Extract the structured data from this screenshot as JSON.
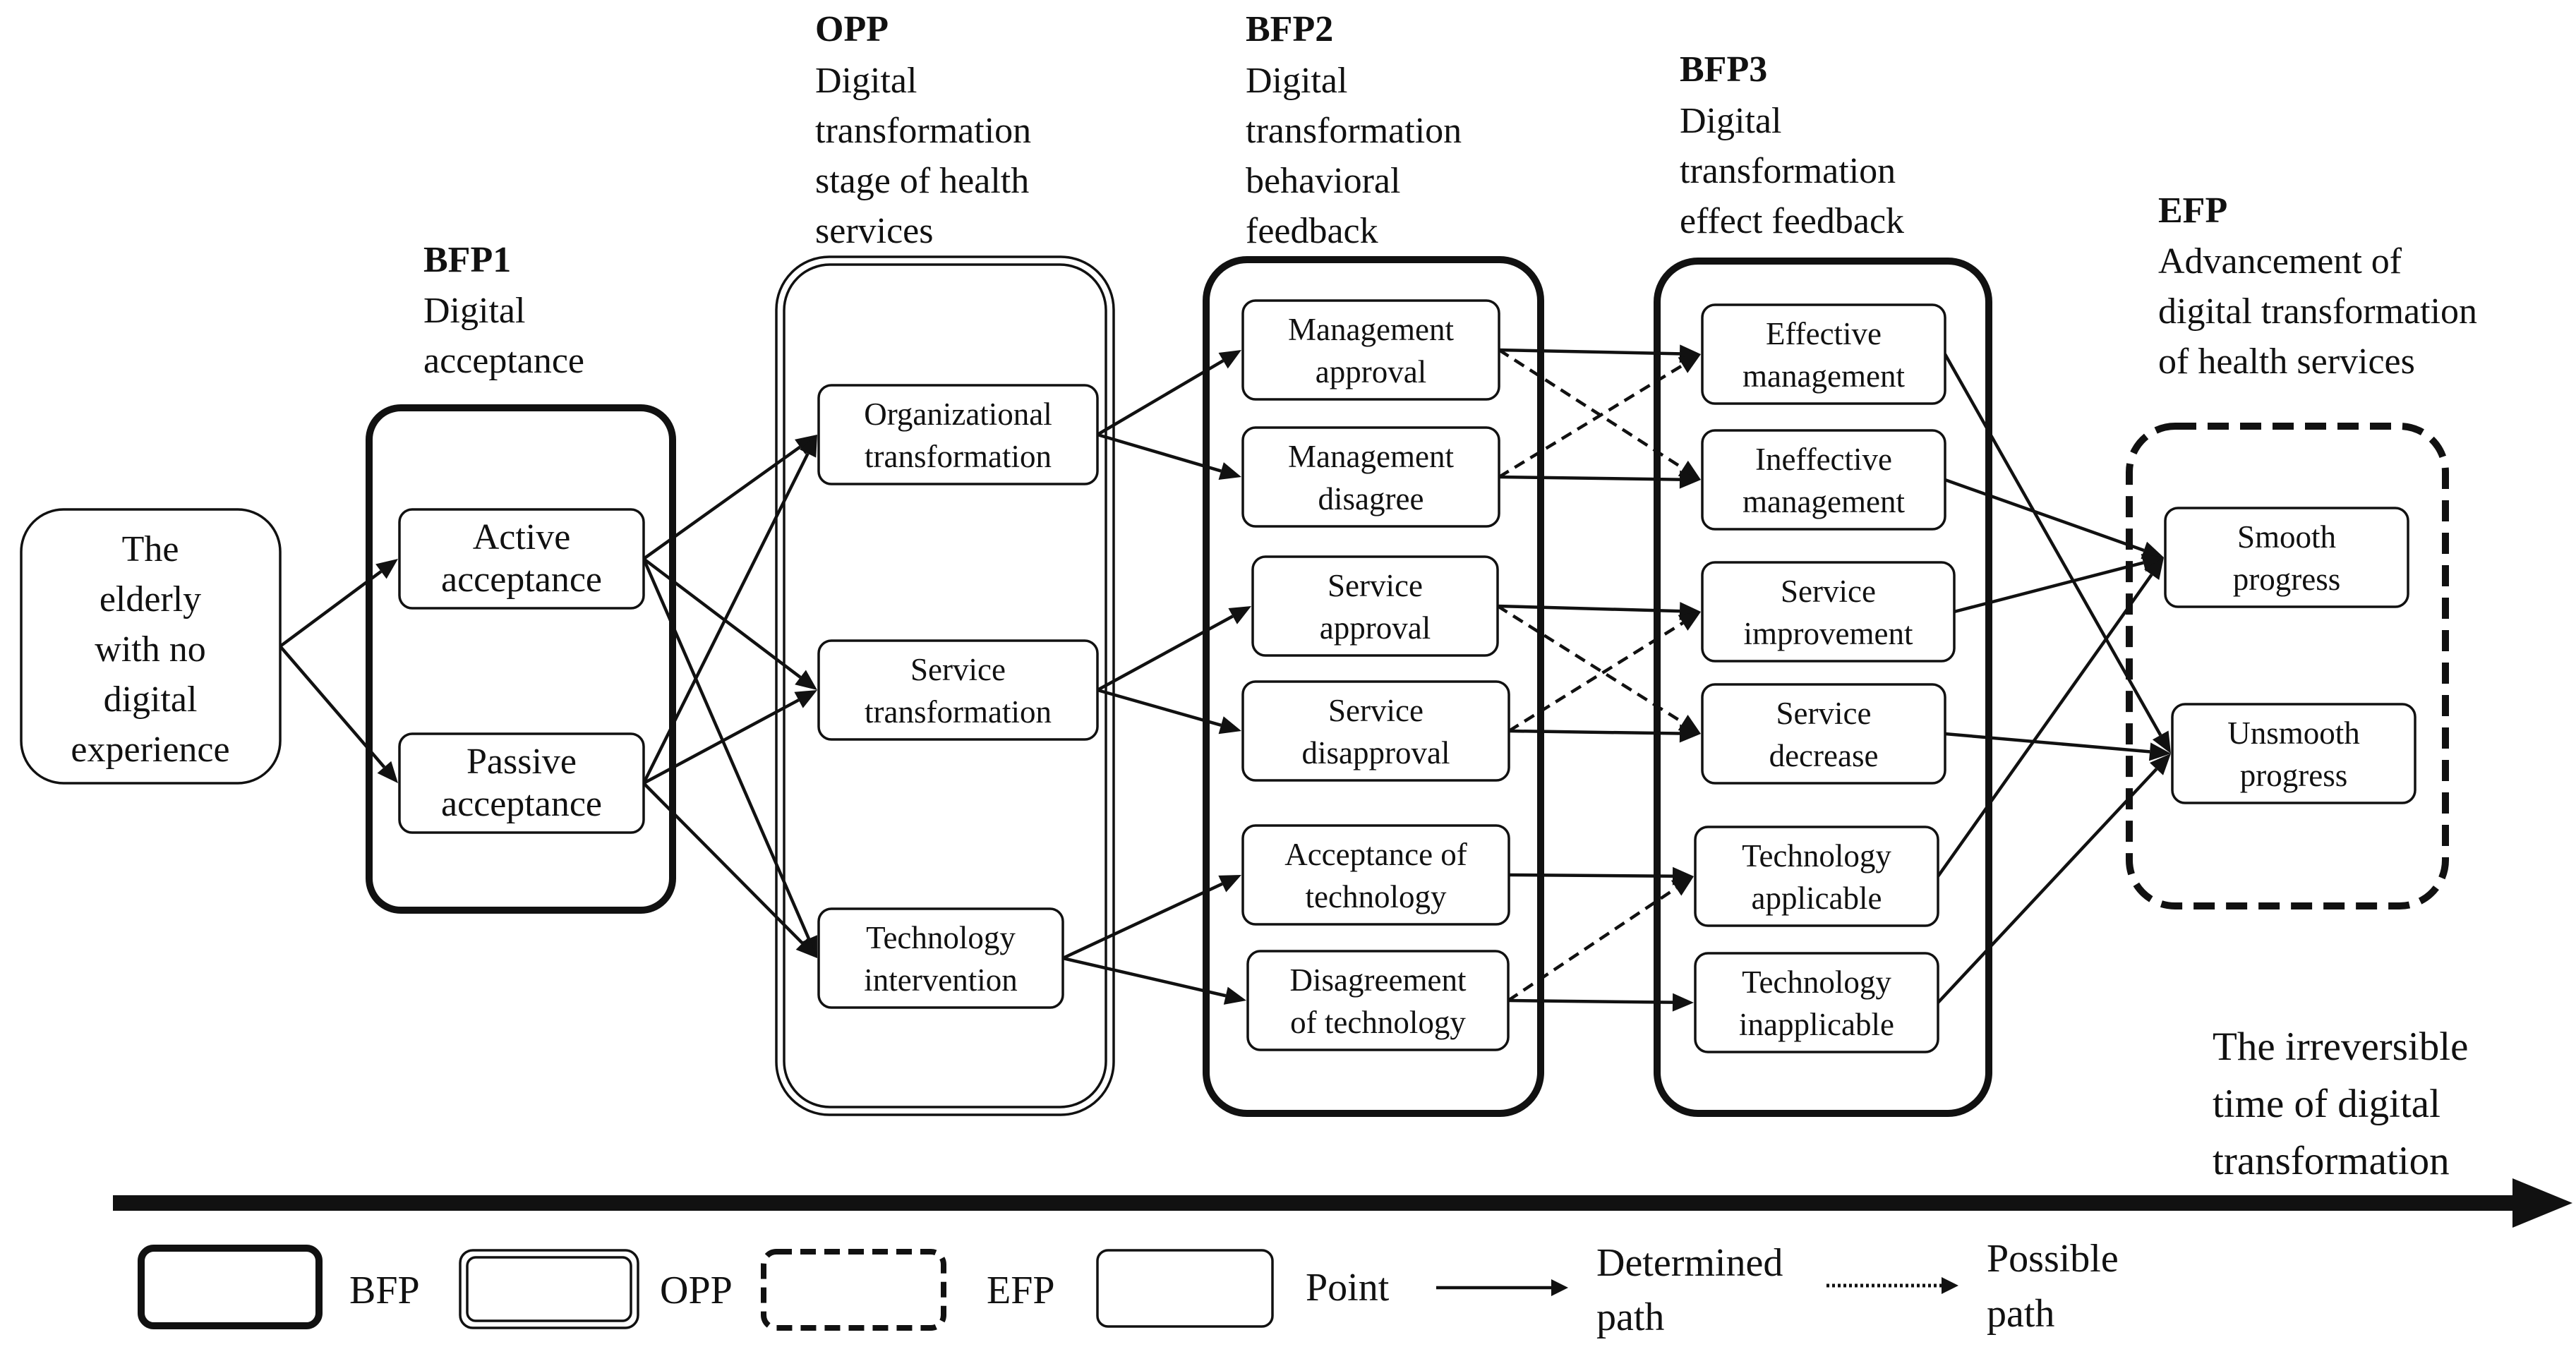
{
  "stages": {
    "bfp1": {
      "code": "BFP1",
      "lines": [
        "Digital",
        "acceptance"
      ]
    },
    "opp": {
      "code": "OPP",
      "lines": [
        "Digital",
        "transformation",
        "stage of health",
        "services"
      ]
    },
    "bfp2": {
      "code": "BFP2",
      "lines": [
        "Digital",
        "transformation",
        "behavioral",
        "feedback"
      ]
    },
    "bfp3": {
      "code": "BFP3",
      "lines": [
        "Digital",
        "transformation",
        "effect feedback"
      ]
    },
    "efp": {
      "code": "EFP",
      "lines": [
        "Advancement of",
        "digital transformation",
        "of health services"
      ]
    }
  },
  "start_node": {
    "lines": [
      "The",
      "elderly",
      "with no",
      "digital",
      "experience"
    ]
  },
  "nodes": {
    "active": {
      "lines": [
        "Active",
        "acceptance"
      ]
    },
    "passive": {
      "lines": [
        "Passive",
        "acceptance"
      ]
    },
    "org_trans": {
      "lines": [
        "Organizational",
        "transformation"
      ]
    },
    "serv_trans": {
      "lines": [
        "Service",
        "transformation"
      ]
    },
    "tech_int": {
      "lines": [
        "Technology",
        "intervention"
      ]
    },
    "mgmt_appr": {
      "lines": [
        "Management",
        "approval"
      ]
    },
    "mgmt_dis": {
      "lines": [
        "Management",
        "disagree"
      ]
    },
    "serv_appr": {
      "lines": [
        "Service",
        "approval"
      ]
    },
    "serv_disappr": {
      "lines": [
        "Service",
        "disapproval"
      ]
    },
    "acc_tech": {
      "lines": [
        "Acceptance of",
        "technology"
      ]
    },
    "dis_tech": {
      "lines": [
        "Disagreement",
        "of technology"
      ]
    },
    "eff_mgmt": {
      "lines": [
        "Effective",
        "management"
      ]
    },
    "ineff_mgmt": {
      "lines": [
        "Ineffective",
        "management"
      ]
    },
    "serv_impr": {
      "lines": [
        "Service",
        "improvement"
      ]
    },
    "serv_dec": {
      "lines": [
        "Service",
        "decrease"
      ]
    },
    "tech_app": {
      "lines": [
        "Technology",
        "applicable"
      ]
    },
    "tech_inapp": {
      "lines": [
        "Technology",
        "inapplicable"
      ]
    },
    "smooth": {
      "lines": [
        "Smooth",
        "progress"
      ]
    },
    "unsmooth": {
      "lines": [
        "Unsmooth",
        "progress"
      ]
    }
  },
  "edges": [
    {
      "from": "start",
      "to": "active",
      "style": "solid"
    },
    {
      "from": "start",
      "to": "passive",
      "style": "solid"
    },
    {
      "from": "active",
      "to": "org_trans",
      "style": "solid"
    },
    {
      "from": "active",
      "to": "serv_trans",
      "style": "solid"
    },
    {
      "from": "active",
      "to": "tech_int",
      "style": "solid"
    },
    {
      "from": "passive",
      "to": "org_trans",
      "style": "solid"
    },
    {
      "from": "passive",
      "to": "serv_trans",
      "style": "solid"
    },
    {
      "from": "passive",
      "to": "tech_int",
      "style": "solid"
    },
    {
      "from": "org_trans",
      "to": "mgmt_appr",
      "style": "solid"
    },
    {
      "from": "org_trans",
      "to": "mgmt_dis",
      "style": "solid"
    },
    {
      "from": "serv_trans",
      "to": "serv_appr",
      "style": "solid"
    },
    {
      "from": "serv_trans",
      "to": "serv_disappr",
      "style": "solid"
    },
    {
      "from": "tech_int",
      "to": "acc_tech",
      "style": "solid"
    },
    {
      "from": "tech_int",
      "to": "dis_tech",
      "style": "solid"
    },
    {
      "from": "mgmt_appr",
      "to": "eff_mgmt",
      "style": "solid"
    },
    {
      "from": "mgmt_appr",
      "to": "ineff_mgmt",
      "style": "dashed"
    },
    {
      "from": "mgmt_dis",
      "to": "eff_mgmt",
      "style": "dashed"
    },
    {
      "from": "mgmt_dis",
      "to": "ineff_mgmt",
      "style": "solid"
    },
    {
      "from": "serv_appr",
      "to": "serv_impr",
      "style": "solid"
    },
    {
      "from": "serv_appr",
      "to": "serv_dec",
      "style": "dashed"
    },
    {
      "from": "serv_disappr",
      "to": "serv_impr",
      "style": "dashed"
    },
    {
      "from": "serv_disappr",
      "to": "serv_dec",
      "style": "solid"
    },
    {
      "from": "acc_tech",
      "to": "tech_app",
      "style": "solid"
    },
    {
      "from": "dis_tech",
      "to": "tech_app",
      "style": "dashed"
    },
    {
      "from": "dis_tech",
      "to": "tech_inapp",
      "style": "solid"
    },
    {
      "from": "eff_mgmt",
      "to": "unsmooth",
      "style": "solid"
    },
    {
      "from": "ineff_mgmt",
      "to": "smooth",
      "style": "solid"
    },
    {
      "from": "serv_impr",
      "to": "smooth",
      "style": "solid"
    },
    {
      "from": "serv_dec",
      "to": "unsmooth",
      "style": "solid"
    },
    {
      "from": "tech_app",
      "to": "smooth",
      "style": "solid"
    },
    {
      "from": "tech_inapp",
      "to": "unsmooth",
      "style": "solid"
    }
  ],
  "timeline": {
    "lines": [
      "The irreversible",
      "time of digital",
      "transformation"
    ]
  },
  "legend": {
    "bfp": "BFP",
    "opp": "OPP",
    "efp": "EFP",
    "point": "Point",
    "determined": [
      "Determined",
      "path"
    ],
    "possible": [
      "Possible",
      "path"
    ]
  }
}
